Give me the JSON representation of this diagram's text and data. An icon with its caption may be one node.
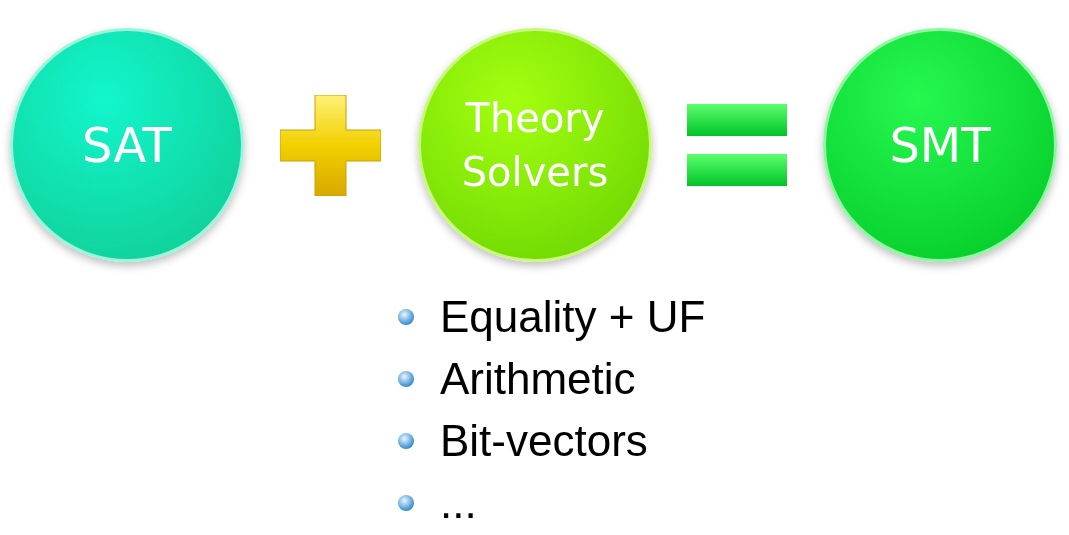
{
  "diagram": {
    "nodes": [
      {
        "text": [
          "SAT"
        ]
      },
      {
        "text": [
          "Theory Solvers"
        ]
      },
      {
        "text": [
          "SMT"
        ]
      }
    ],
    "labels": [
      "Equality + UF",
      "Arithmetic",
      "Bit-vectors",
      "..."
    ]
  }
}
